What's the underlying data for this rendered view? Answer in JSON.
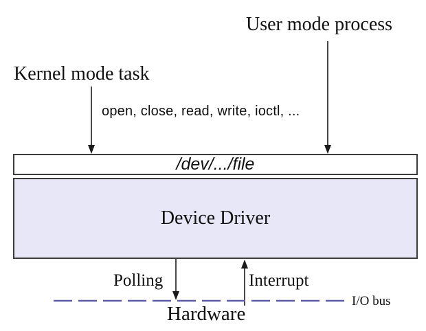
{
  "diagram": {
    "title": "Device driver architecture diagram",
    "labels": {
      "user_mode": "User mode process",
      "kernel_mode": "Kernel mode task",
      "syscalls": "open, close, read, write, ioctl, ...",
      "dev_file": "/dev/.../file",
      "device_driver": "Device Driver",
      "polling": "Polling",
      "interrupt": "Interrupt",
      "hardware": "Hardware",
      "io_bus": "I/O bus"
    },
    "arrows": [
      {
        "name": "kernel-call-arrow",
        "direction": "down",
        "from": "Kernel mode task",
        "to": "/dev/.../file"
      },
      {
        "name": "user-call-arrow",
        "direction": "down",
        "from": "User mode process",
        "to": "/dev/.../file"
      },
      {
        "name": "polling-arrow",
        "direction": "down",
        "from": "Device Driver",
        "to": "I/O bus"
      },
      {
        "name": "interrupt-arrow",
        "direction": "up",
        "from": "I/O bus",
        "to": "Device Driver"
      }
    ],
    "colors": {
      "driver_box_fill": "#e7e7f8",
      "box_border": "#3c3c3c",
      "bus_line": "#5c5ca8",
      "arrow": "#1a1a1a",
      "background": "#ffffff",
      "text": "#111111"
    }
  }
}
